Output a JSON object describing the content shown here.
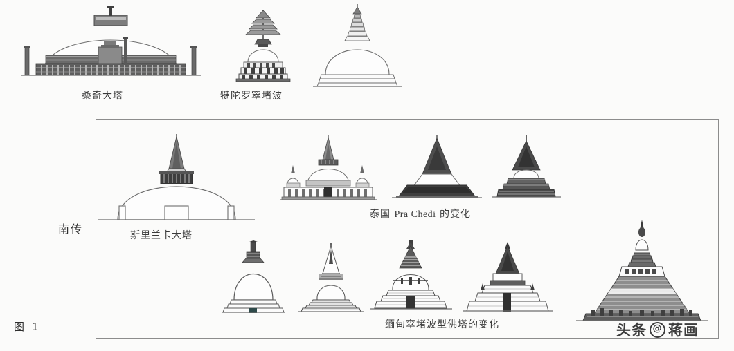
{
  "figure": {
    "number_label": "图 1",
    "side_label": "南传"
  },
  "watermark": {
    "platform": "头条",
    "at_symbol": "@",
    "author": "蒋画"
  },
  "top_row": {
    "items": [
      {
        "caption": "桑奇大塔",
        "icon": "sanchi-stupa-icon"
      },
      {
        "caption": "犍陀罗窣堵波",
        "icon": "gandhara-stupa-icon"
      },
      {
        "caption": "",
        "icon": "bell-dome-stupa-icon"
      }
    ]
  },
  "panel": {
    "sri_lanka": {
      "caption": "斯里兰卡大塔",
      "icon": "sri-lanka-great-stupa-icon"
    },
    "thailand": {
      "caption_prefix": "泰国 ",
      "caption_latin": "Pra Chedi",
      "caption_suffix": " 的变化",
      "stages": [
        {
          "icon": "thai-chedi-stage-1-icon"
        },
        {
          "icon": "thai-chedi-stage-2-icon"
        },
        {
          "icon": "thai-chedi-stage-3-icon"
        }
      ]
    },
    "myanmar": {
      "caption": "缅甸窣堵波型佛塔的变化",
      "stages": [
        {
          "icon": "burmese-pagoda-stage-1-icon"
        },
        {
          "icon": "burmese-pagoda-stage-2-icon"
        },
        {
          "icon": "burmese-pagoda-stage-3-icon"
        },
        {
          "icon": "burmese-pagoda-stage-4-icon"
        },
        {
          "icon": "burmese-pagoda-stage-5-icon"
        }
      ]
    }
  },
  "colors": {
    "background": "#fbfbfa",
    "ink": "#3a3a3a",
    "panel_border": "#8c8c8c",
    "shade_dark": "#4a4a4a",
    "shade_mid": "#8f8f8f",
    "shade_light": "#c9c9c9"
  }
}
